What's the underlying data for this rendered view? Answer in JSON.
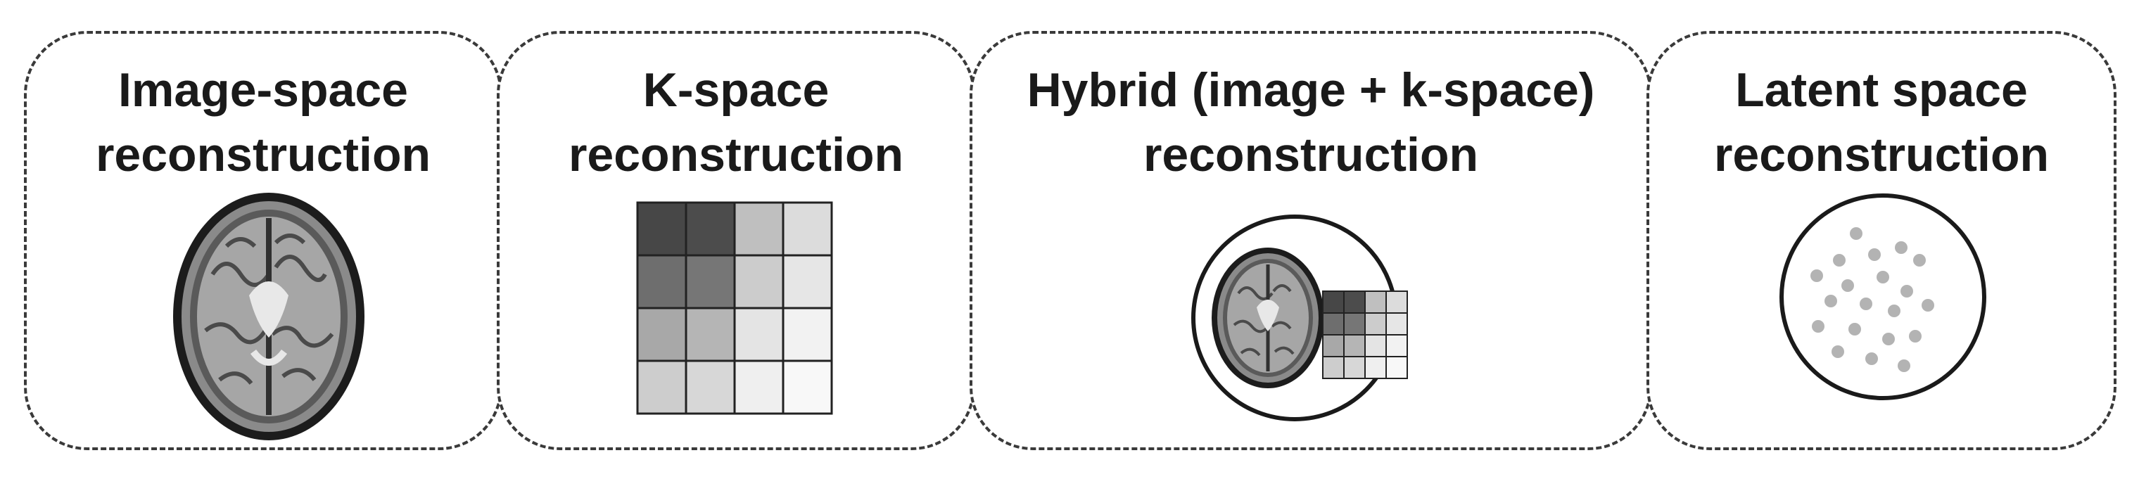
{
  "panels": [
    {
      "id": "image-space",
      "title_lines": [
        "Image-space",
        "reconstruction"
      ],
      "icon": "brain-mri-axial"
    },
    {
      "id": "k-space",
      "title_lines": [
        "K-space",
        "reconstruction"
      ],
      "icon": "kspace-grid"
    },
    {
      "id": "hybrid",
      "title_lines": [
        "Hybrid (image + k-space)",
        "reconstruction"
      ],
      "icon": "brain-plus-kspace-grid"
    },
    {
      "id": "latent",
      "title_lines": [
        "Latent space",
        "reconstruction"
      ],
      "icon": "latent-dots-circle"
    }
  ],
  "colors": {
    "border": "#3a3a3a",
    "text": "#1a1a1a",
    "grid_cells": [
      "#474747",
      "#4c4c4c",
      "#bfbfbf",
      "#dcdcdc",
      "#6e6e6e",
      "#767676",
      "#cccccc",
      "#e6e6e6",
      "#a8a8a8",
      "#b5b5b5",
      "#e4e4e4",
      "#f2f2f2",
      "#cdcdcd",
      "#d7d7d7",
      "#efefef",
      "#f8f8f8"
    ],
    "dot": "#b3b3b3"
  }
}
